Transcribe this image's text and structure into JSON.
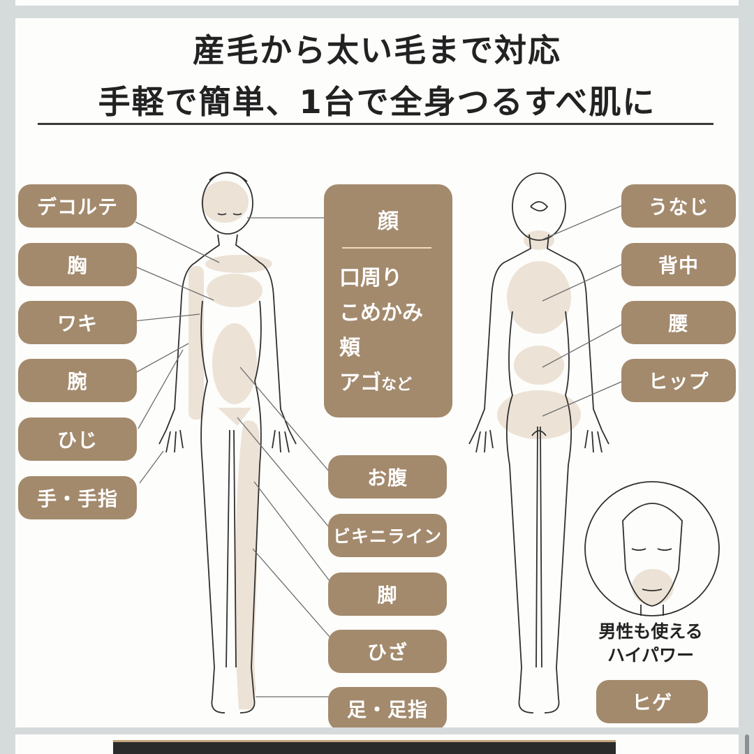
{
  "page": {
    "title_line1": "産毛から太い毛まで対応",
    "title_line2": "手軽で簡単、1台で全身つるすべ肌に"
  },
  "left_labels": [
    {
      "label": "デコルテ"
    },
    {
      "label": "胸"
    },
    {
      "label": "ワキ"
    },
    {
      "label": "腕"
    },
    {
      "label": "ひじ"
    },
    {
      "label": "手・手指"
    }
  ],
  "face_box": {
    "heading": "顔",
    "items": [
      "口周り",
      "こめかみ",
      "頬"
    ],
    "last_item": "アゴ",
    "last_suffix": "など"
  },
  "center_labels": [
    {
      "label": "お腹"
    },
    {
      "label": "ビキニライン"
    },
    {
      "label": "脚"
    },
    {
      "label": "ひざ"
    },
    {
      "label": "足・足指"
    }
  ],
  "right_labels": [
    {
      "label": "うなじ"
    },
    {
      "label": "背中"
    },
    {
      "label": "腰"
    },
    {
      "label": "ヒップ"
    }
  ],
  "men": {
    "caption_line1": "男性も使える",
    "caption_line2": "ハイパワー",
    "label": "ヒゲ"
  },
  "colors": {
    "pill": "#a38a6d",
    "highlight": "#eee3d7",
    "background": "#d5dadb",
    "card": "#fdfdfb"
  }
}
